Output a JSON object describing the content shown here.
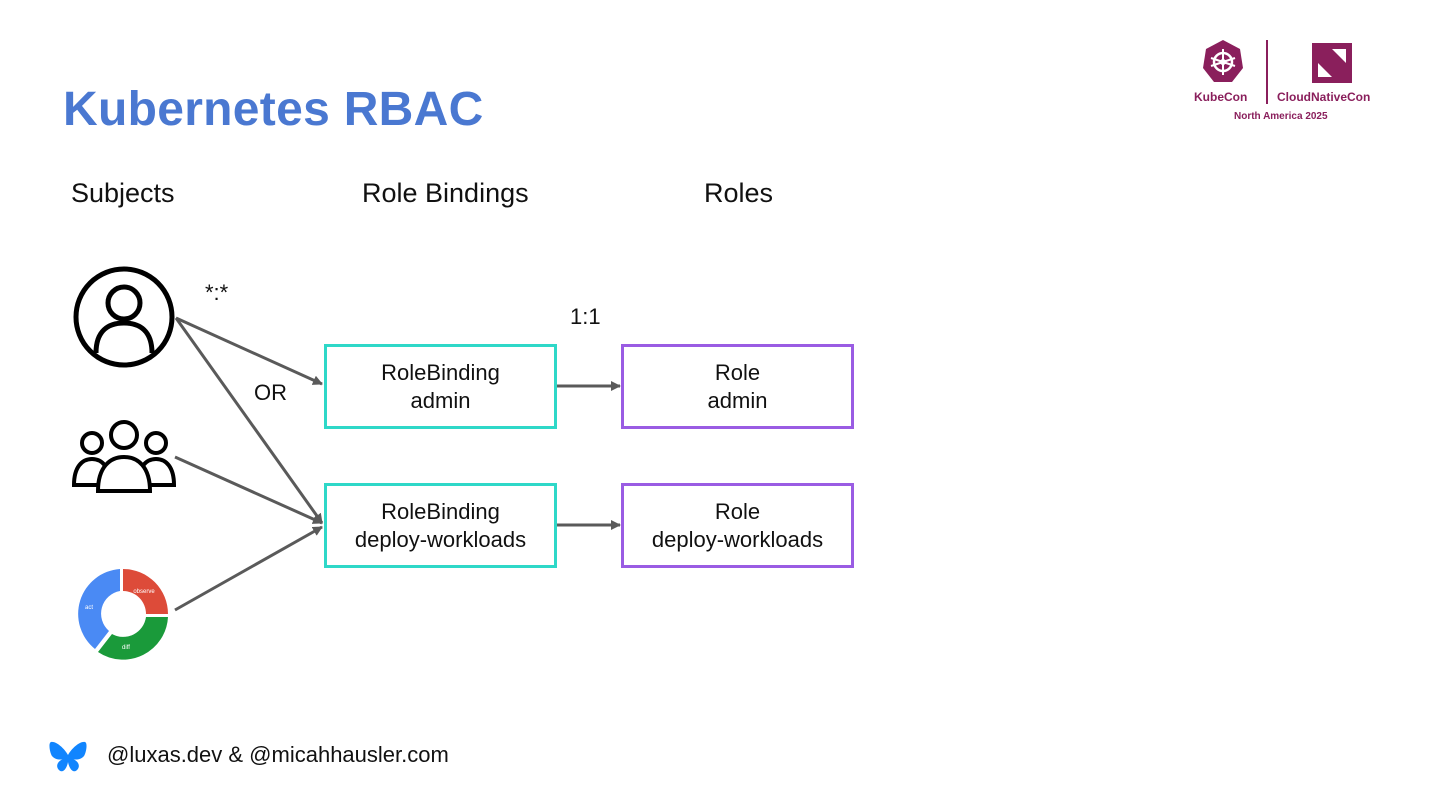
{
  "slide": {
    "title": "Kubernetes RBAC"
  },
  "columns": {
    "subjects": "Subjects",
    "role_bindings": "Role Bindings",
    "roles": "Roles"
  },
  "annotations": {
    "wildcard": "*:*",
    "or": "OR",
    "one_to_one": "1:1"
  },
  "bindings": [
    {
      "line1": "RoleBinding",
      "line2": "admin"
    },
    {
      "line1": "RoleBinding",
      "line2": "deploy-workloads"
    }
  ],
  "roles": [
    {
      "line1": "Role",
      "line2": "admin"
    },
    {
      "line1": "Role",
      "line2": "deploy-workloads"
    }
  ],
  "controller_loop": {
    "observe": "observe",
    "diff": "diff",
    "act": "act"
  },
  "footer": {
    "handles": "@luxas.dev & @micahhausler.com"
  },
  "logo": {
    "kubecon": "KubeCon",
    "cloudnativecon": "CloudNativeCon",
    "event": "North America 2025"
  },
  "colors": {
    "title": "#4a78d1",
    "binding_border": "#2ed8c8",
    "role_border": "#9a5ce3",
    "arrow": "#5a5a5a",
    "brand": "#8a1f5c",
    "bluesky": "#1185fe"
  }
}
